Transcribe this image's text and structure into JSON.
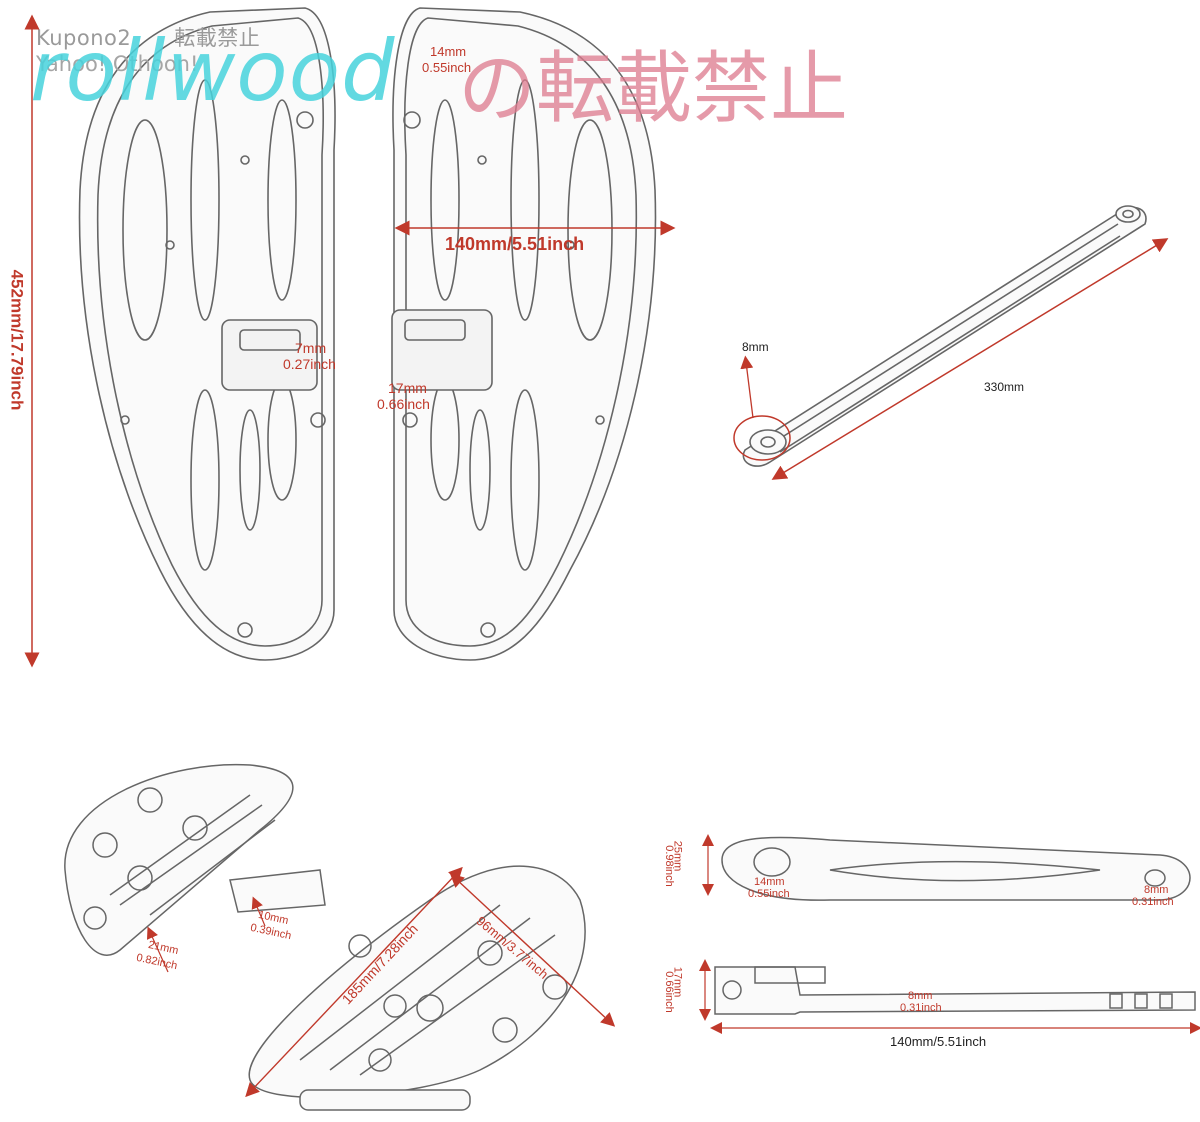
{
  "watermark": {
    "line1": "Kupono2　　転載禁止",
    "line2": "Yahoo! Othoon!",
    "brand": "rollwood",
    "brand_jp": "の転載禁止"
  },
  "dimensions": {
    "total_length": "452mm/17.79inch",
    "width_140": "140mm/5.51inch",
    "top_14mm": "14mm",
    "top_055": "0.55inch",
    "mid_7mm": "7mm",
    "mid_027": "0.27inch",
    "mid_17mm": "17mm",
    "mid_066": "0.66inch",
    "rod_8mm": "8mm",
    "rod_330": "330mm",
    "fp_21mm": "21mm",
    "fp_082": "0.82inch",
    "fp_10mm": "10mm",
    "fp_039": "0.39inch",
    "fp_185": "185mm/7.28inch",
    "fp_96": "96mm/3.77inch",
    "arm_25mm": "25mm",
    "arm_098": "0.98inch",
    "arm_14mm": "14mm",
    "arm_055": "0.55inch",
    "arm_8mm": "8mm",
    "arm_031": "0.31inch",
    "side_17mm": "17mm",
    "side_066": "0.66inch",
    "side_8mm": "8mm",
    "side_031": "0.31inch",
    "bottom_140": "140mm/5.51inch"
  },
  "colors": {
    "dimension_red": "#c0392b",
    "outline": "#555555",
    "watermark_cyan": "#46d2dc",
    "watermark_pink": "#dc788c"
  }
}
